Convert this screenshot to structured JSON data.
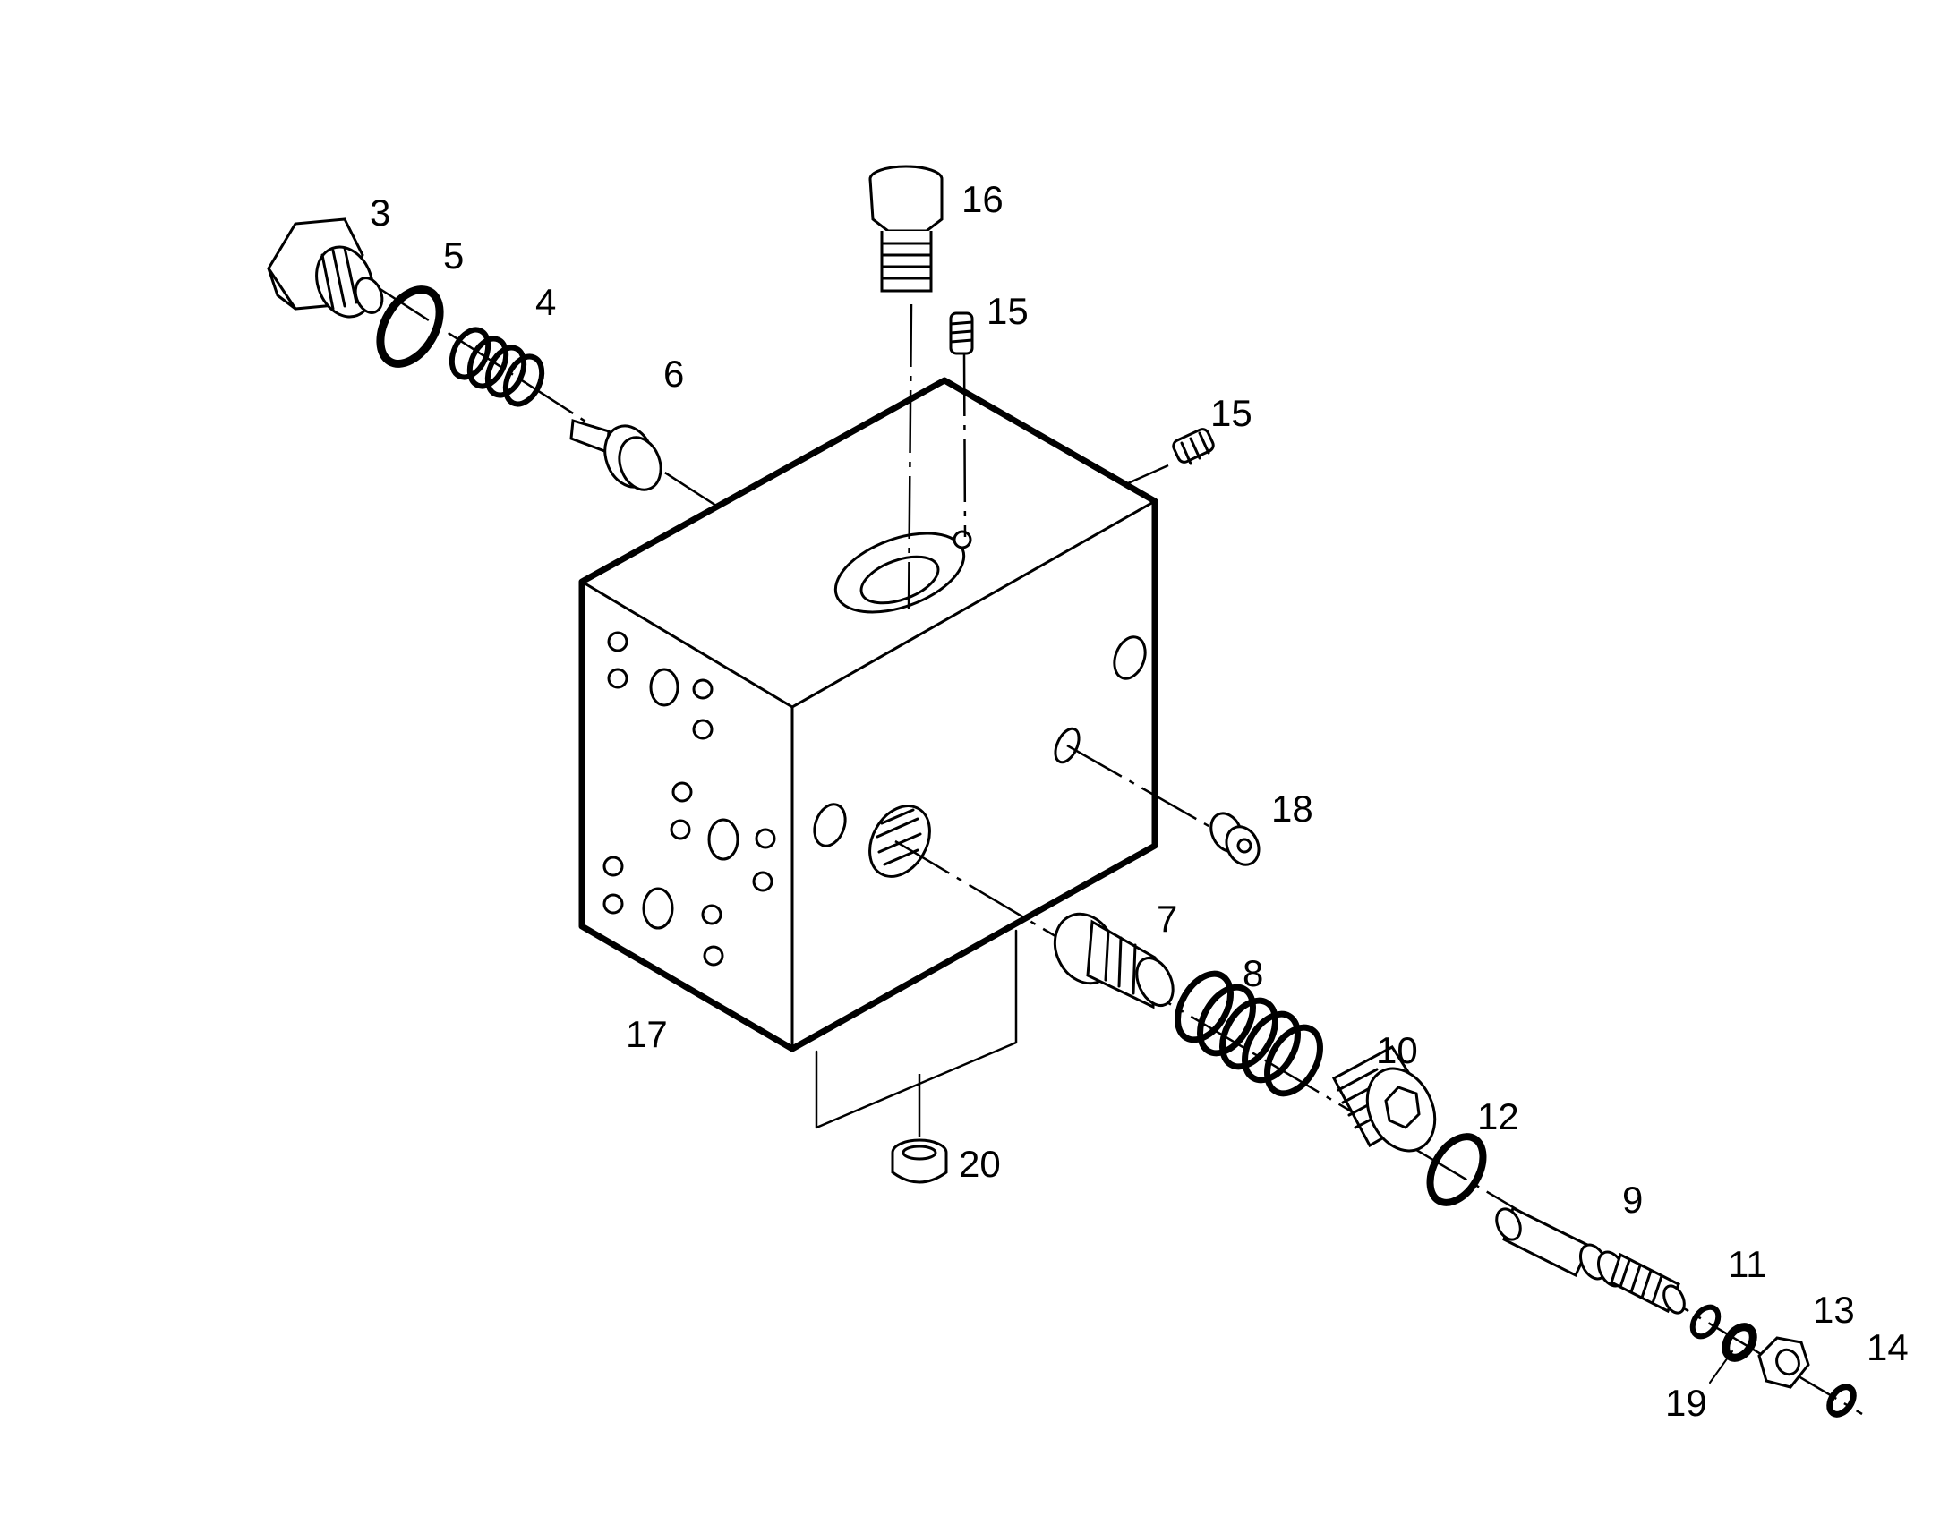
{
  "callouts": {
    "c3": "3",
    "c5": "5",
    "c4": "4",
    "c6": "6",
    "c16": "16",
    "c15a": "15",
    "c15b": "15",
    "c18": "18",
    "c7": "7",
    "c8": "8",
    "c10": "10",
    "c12": "12",
    "c9": "9",
    "c11": "11",
    "c13": "13",
    "c14": "14",
    "c19": "19",
    "c17": "17",
    "c20": "20"
  },
  "colors": {
    "line": "#000000",
    "background": "#ffffff"
  }
}
